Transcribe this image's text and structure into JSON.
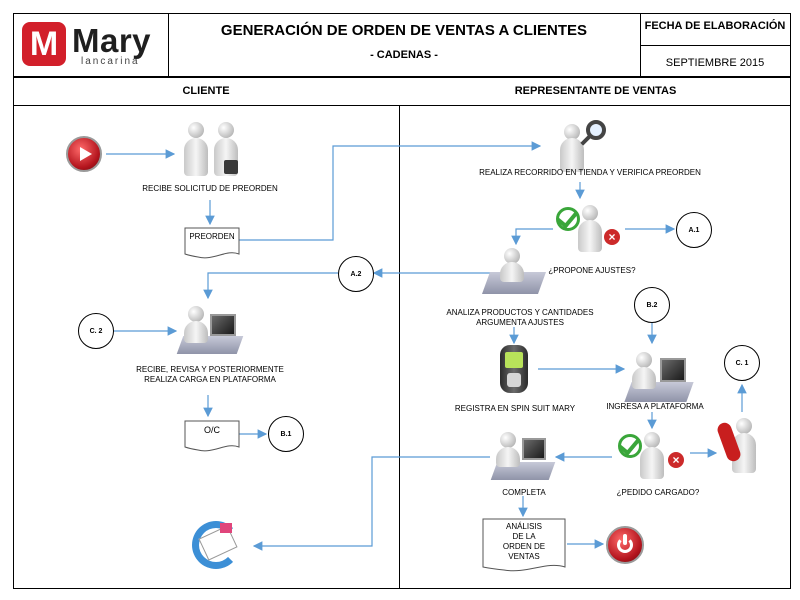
{
  "header": {
    "logo_letter": "M",
    "logo_word": "Mary",
    "logo_sub": "lancarina",
    "title": "GENERACIÓN  DE ORDEN DE VENTAS A CLIENTES",
    "subtitle": "- CADENAS -",
    "date_label": "FECHA DE ELABORACIÓN",
    "date_value": "SEPTIEMBRE 2015"
  },
  "lanes": {
    "left": "CLIENTE",
    "right": "REPRESENTANTE DE VENTAS"
  },
  "steps": {
    "recibe_solicitud": "RECIBE SOLICITUD DE PREORDEN",
    "preorden_doc": "PREORDEN",
    "realiza_recorrido": "REALIZA RECORRIDO EN TIENDA Y VERIFICA PREORDEN",
    "propone_ajustes": "¿PROPONE AJUSTES?",
    "analiza_line1": "ANALIZA PRODUCTOS Y CANTIDADES",
    "analiza_line2": "ARGUMENTA AJUSTES",
    "recibe_revisa_line1": "RECIBE, REVISA Y POSTERIORMENTE",
    "recibe_revisa_line2": "REALIZA CARGA EN PLATAFORMA",
    "oc_doc": "O/C",
    "registra": "REGISTRA EN SPIN SUIT MARY",
    "ingresa": "INGRESA A PLATAFORMA",
    "pedido_cargado": "¿PEDIDO CARGADO?",
    "completa": "COMPLETA",
    "analisis_l1": "ANÁLISIS",
    "analisis_l2": "DE LA",
    "analisis_l3": "ORDEN DE",
    "analisis_l4": "VENTAS"
  },
  "connectors": {
    "a1": "A.1",
    "a2": "A.2",
    "b1": "B.1",
    "b2": "B.2",
    "c1": "C. 1",
    "c2": "C. 2"
  },
  "colors": {
    "arrow": "#5b9bd5",
    "brand_red": "#d21f2a",
    "check_green": "#3aa63a",
    "cross_red": "#cc2a2a"
  }
}
